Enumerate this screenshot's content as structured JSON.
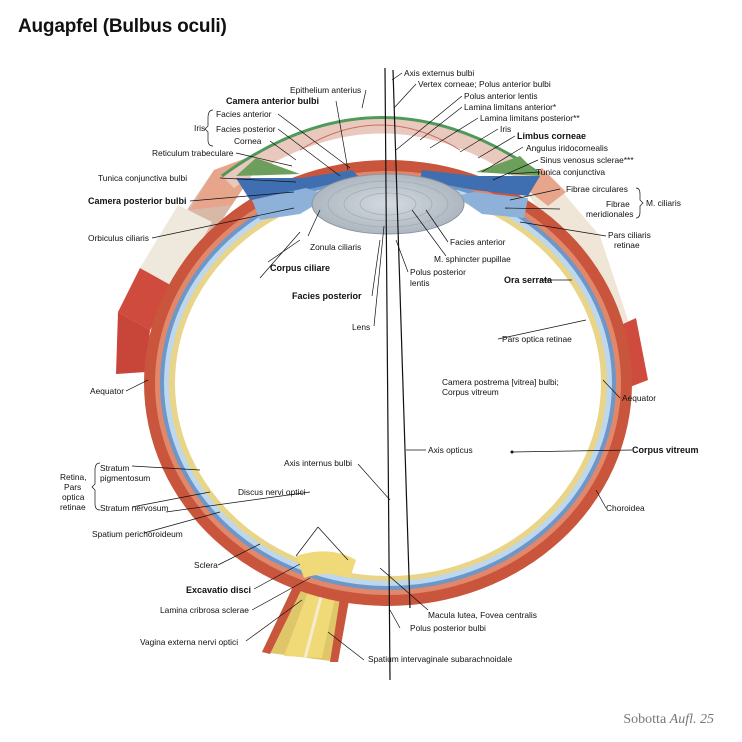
{
  "title": "Augapfel (Bulbus oculi)",
  "credit": {
    "name": "Sobotta",
    "edition": "Aufl. 25"
  },
  "labels": {
    "axis_externus": "Axis externus bulbi",
    "vertex_corneae": "Vertex corneae; Polus anterior bulbi",
    "polus_anterior_lentis": "Polus anterior lentis",
    "lamina_ant": "Lamina limitans anterior*",
    "lamina_post": "Lamina limitans posterior**",
    "iris_r": "Iris",
    "limbus": "Limbus corneae",
    "angulus": "Angulus iridocornealis",
    "sinus": "Sinus venosus sclerae***",
    "tunica_conj_r": "Tunica conjunctiva",
    "fibrae_circ": "Fibrae circulares",
    "fibrae_mer1": "Fibrae",
    "fibrae_mer2": "meridionales",
    "m_ciliaris": "M. ciliaris",
    "pars_ciliaris1": "Pars ciliaris",
    "pars_ciliaris2": "retinae",
    "facies_anterior": "Facies anterior",
    "m_sphincter": "M. sphincter pupillae",
    "polus_post_lentis1": "Polus posterior",
    "polus_post_lentis2": "lentis",
    "ora_serrata": "Ora serrata",
    "pars_optica": "Pars optica retinae",
    "camera_postrema1": "Camera postrema [vitrea] bulbi;",
    "camera_postrema2": "Corpus vitreum",
    "aequator_r": "Aequator",
    "axis_opticus": "Axis opticus",
    "corpus_vitreum": "Corpus vitreum",
    "choroidea": "Choroidea",
    "macula": "Macula lutea, Fovea centralis",
    "polus_post_bulbi": "Polus posterior bulbi",
    "spatium_inter": "Spatium intervaginale subarachnoidale",
    "epithelium": "Epithelium anterius",
    "camera_anterior": "Camera anterior bulbi",
    "iris_l": "Iris",
    "facies_ant_iris": "Facies anterior",
    "facies_post_iris": "Facies posterior",
    "cornea": "Cornea",
    "reticulum": "Reticulum trabeculare",
    "tunica_conj_l": "Tunica conjunctiva bulbi",
    "camera_posterior": "Camera posterior bulbi",
    "orbiculus": "Orbiculus ciliaris",
    "zonula": "Zonula ciliaris",
    "corpus_ciliare": "Corpus ciliare",
    "facies_posterior": "Facies posterior",
    "lens": "Lens",
    "aequator_l": "Aequator",
    "axis_internus": "Axis internus bulbi",
    "discus": "Discus nervi optici",
    "retina1": "Retina,",
    "retina2": "Pars",
    "retina3": "optica",
    "retina4": "retinae",
    "stratum_pig1": "Stratum",
    "stratum_pig2": "pigmentosum",
    "stratum_nerv": "Stratum nervosum",
    "spatium_peri": "Spatium perichoroideum",
    "sclera": "Sclera",
    "excavatio": "Excavatio disci",
    "lamina_cribrosa": "Lamina cribrosa sclerae",
    "vagina": "Vagina externa nervi optici"
  }
}
